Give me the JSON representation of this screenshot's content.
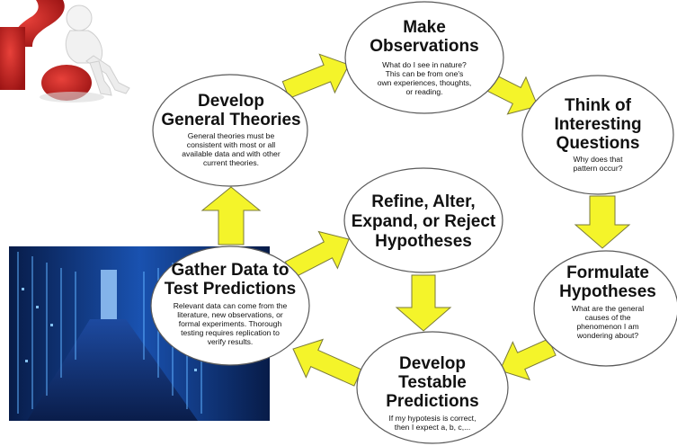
{
  "colors": {
    "arrow_fill": "#f4f42a",
    "arrow_stroke": "#7a7a3a",
    "ellipse_fill": "#ffffff",
    "ellipse_stroke": "#5a5a5a",
    "question_mark": "#c8201e",
    "server_bg": "#0b2a66"
  },
  "images": {
    "top_left": "question-mark-figure",
    "bottom_left": "server-room-photo"
  },
  "nodes": {
    "observations": {
      "title": [
        "Make",
        "Observations"
      ],
      "desc": [
        "What do I see in nature?",
        "This can be from one's",
        "own experiences, thoughts,",
        "or reading."
      ]
    },
    "questions": {
      "title": [
        "Think of",
        "Interesting",
        "Questions"
      ],
      "desc": [
        "Why does that",
        "pattern occur?"
      ]
    },
    "formulate": {
      "title": [
        "Formulate",
        "Hypotheses"
      ],
      "desc": [
        "What are the general",
        "causes of the",
        "phenomenon I am",
        "wondering about?"
      ]
    },
    "predictions": {
      "title": [
        "Develop",
        "Testable",
        "Predictions"
      ],
      "desc": [
        "If my hypotesis is correct,",
        "then I expect a, b, c,..."
      ]
    },
    "gather": {
      "title": [
        "Gather Data to",
        "Test Predictions"
      ],
      "desc": [
        "Relevant data can come from the",
        "literature, new observations, or",
        "formal experiments.  Thorough",
        "testing requires replication to",
        "verify results."
      ]
    },
    "refine": {
      "title": [
        "Refine, Alter,",
        "Expand, or Reject",
        "Hypotheses"
      ],
      "desc": []
    },
    "theories": {
      "title": [
        "Develop",
        "General Theories"
      ],
      "desc": [
        "General theories must be",
        "consistent with most or all",
        "available data and with other",
        "current theories."
      ]
    }
  }
}
